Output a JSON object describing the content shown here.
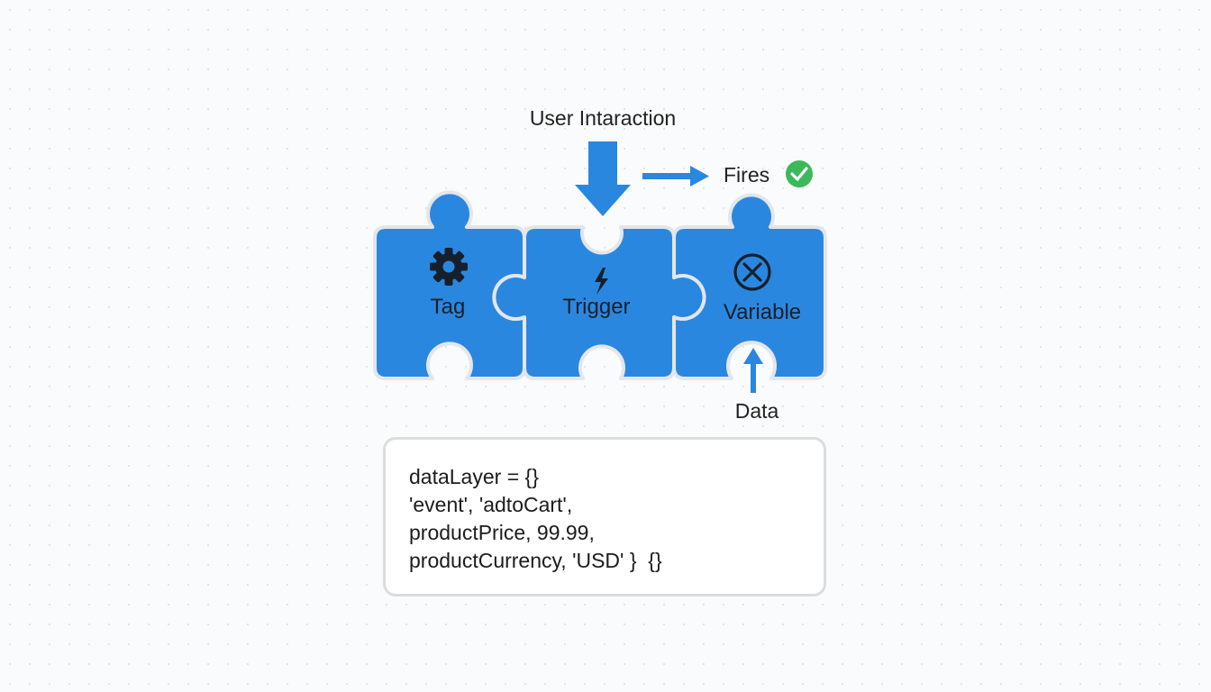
{
  "labels": {
    "user_interaction": "User Intaraction",
    "fires": "Fires",
    "data": "Data"
  },
  "pieces": [
    {
      "label": "Tag",
      "icon": "gear-icon"
    },
    {
      "label": "Trigger",
      "icon": "lightning-icon"
    },
    {
      "label": "Variable",
      "icon": "circle-x-icon"
    }
  ],
  "code": {
    "lines": [
      "dataLayer = {}",
      "'event', 'adtoCart',",
      "productPrice, 99.99,",
      "productCurrency, 'USD' }  {}"
    ]
  },
  "colors": {
    "piece_fill": "#2a87e0",
    "piece_outline": "#e3e6ea",
    "arrow": "#2a87e0",
    "check": "#3cb95a",
    "icon_dark": "#16202c"
  }
}
